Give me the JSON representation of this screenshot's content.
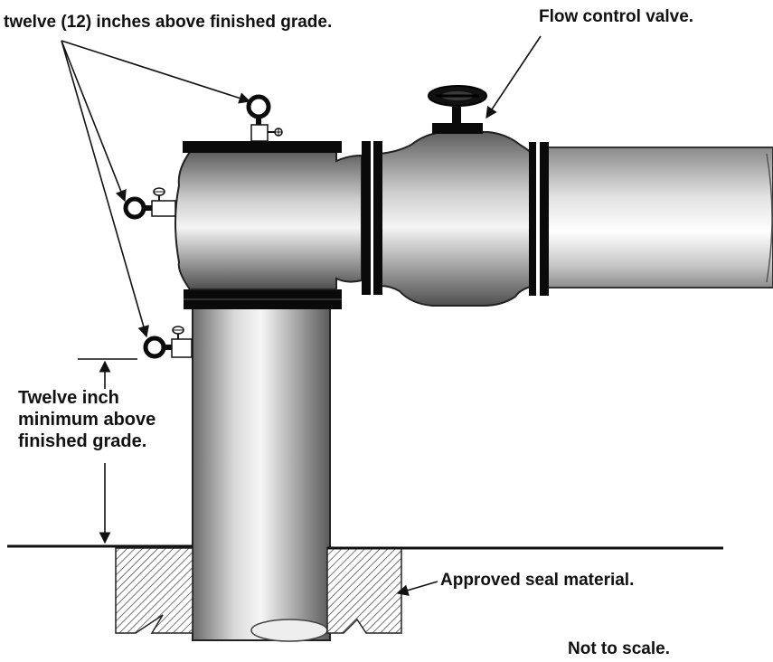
{
  "labels": {
    "top_left_line1": "",
    "top_left_line2": "twelve (12) inches above finished grade.",
    "flow_valve": "Flow control valve.",
    "twelve_inch_lines": [
      "Twelve inch",
      "minimum above",
      "finished grade."
    ],
    "seal_material": "Approved seal material.",
    "not_to_scale": "Not to scale."
  },
  "colors": {
    "ink": "#111111",
    "pipe_dark": "#6b6b6b",
    "pipe_light": "#ffffff",
    "flange": "#0a0a0a",
    "hatch": "#333333"
  }
}
